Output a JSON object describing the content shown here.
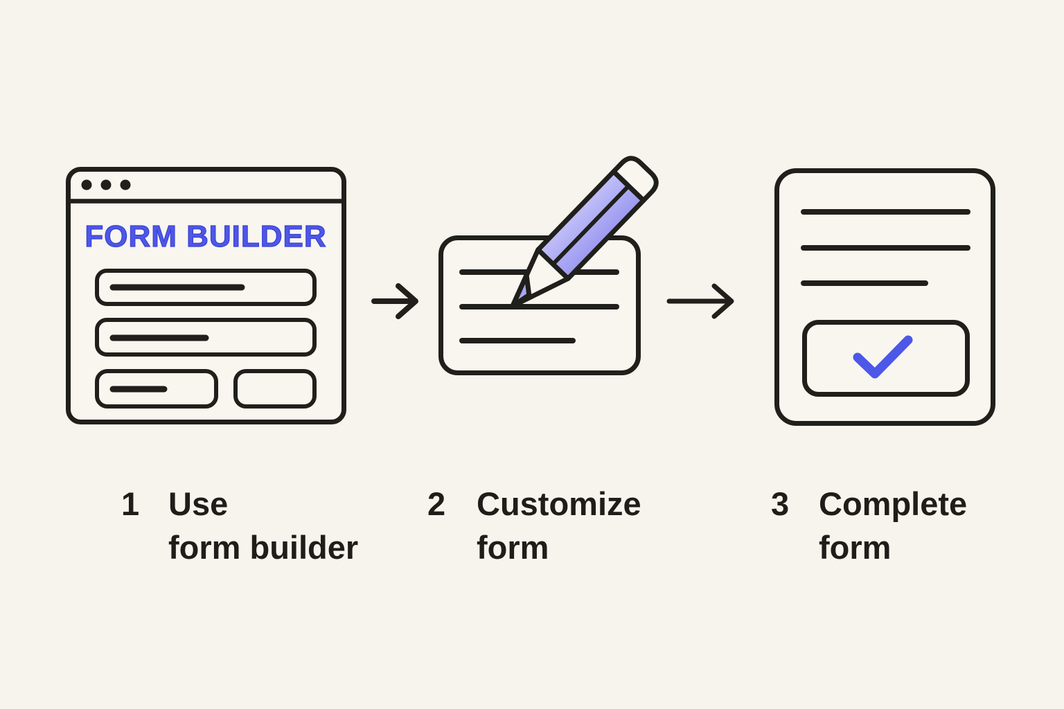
{
  "colors": {
    "background": "#f6f4ec",
    "ink": "#201f1b",
    "accent_blue": "#4d57e8",
    "pencil_periwinkle": "#a9a6f3",
    "icon_fill": "#f8f6ef"
  },
  "browser_icon": {
    "title": "FORM BUILDER"
  },
  "steps": [
    {
      "number": "1",
      "line1": "Use",
      "line2": "form builder"
    },
    {
      "number": "2",
      "line1": "Customize",
      "line2": "form"
    },
    {
      "number": "3",
      "line1": "Complete",
      "line2": "form"
    }
  ]
}
